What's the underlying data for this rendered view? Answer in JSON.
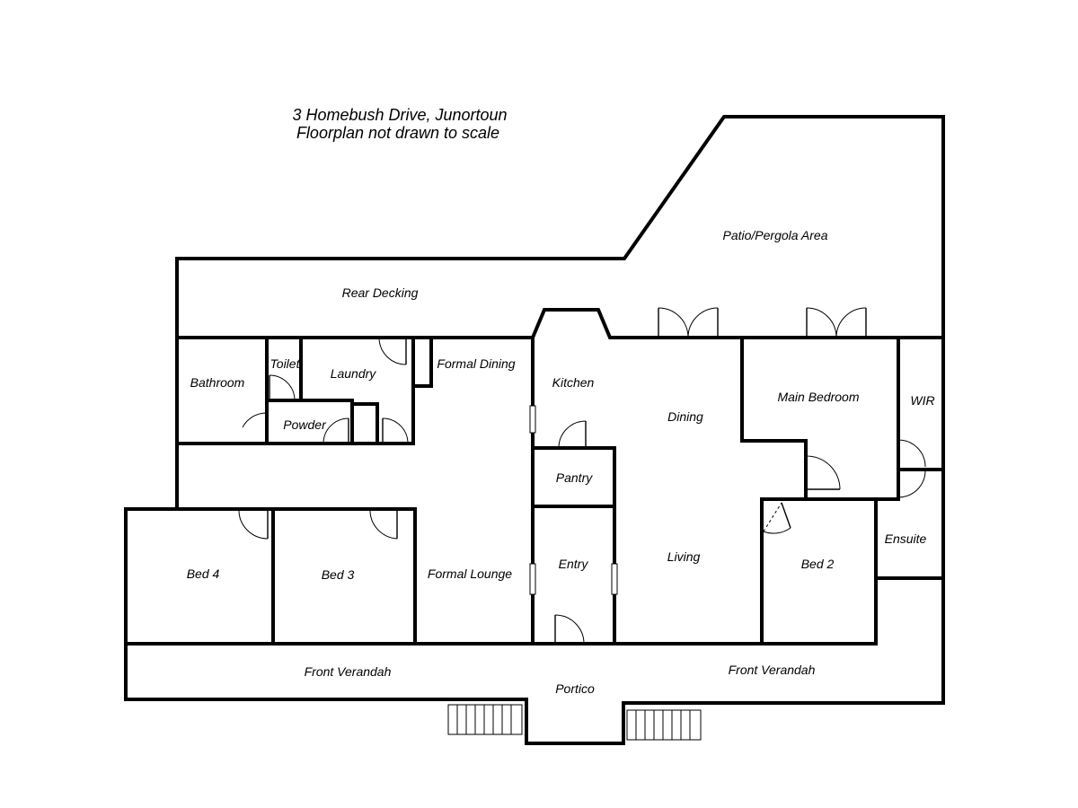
{
  "title": {
    "line1": "3 Homebush Drive, Junortoun",
    "line2": "Floorplan not drawn to scale"
  },
  "rooms": {
    "patio": "Patio/Pergola Area",
    "rear_decking": "Rear Decking",
    "bathroom": "Bathroom",
    "toilet": "Toilet",
    "laundry": "Laundry",
    "powder": "Powder",
    "formal_dining": "Formal Dining",
    "kitchen": "Kitchen",
    "dining": "Dining",
    "main_bedroom": "Main Bedroom",
    "wir": "WIR",
    "pantry": "Pantry",
    "entry": "Entry",
    "living": "Living",
    "bed2": "Bed 2",
    "ensuite": "Ensuite",
    "bed4": "Bed 4",
    "bed3": "Bed 3",
    "formal_lounge": "Formal Lounge",
    "front_verandah_left": "Front Verandah",
    "front_verandah_right": "Front Verandah",
    "portico": "Portico"
  }
}
